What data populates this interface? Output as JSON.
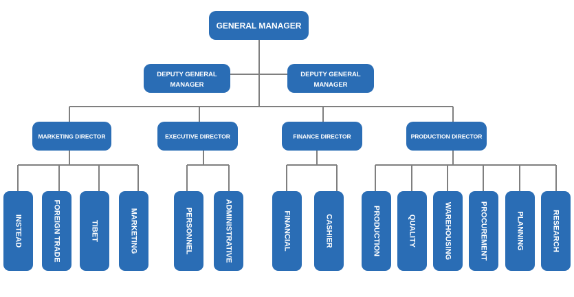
{
  "top": {
    "label": "GENERAL MANAGER"
  },
  "deputies": [
    {
      "line1": "DEPUTY GENERAL",
      "line2": "MANAGER"
    },
    {
      "line1": "DEPUTY GENERAL",
      "line2": "MANAGER"
    }
  ],
  "directors": [
    {
      "label": "MARKETING DIRECTOR",
      "units": [
        "INSTEAD",
        "FOREIGN TRADE",
        "TIBET",
        "MARKETING"
      ]
    },
    {
      "label": "EXECUTIVE DIRECTOR",
      "units": [
        "PERSONNEL",
        "ADMINISTRATIVE"
      ]
    },
    {
      "label": "FINANCE DIRECTOR",
      "units": [
        "FINANCIAL",
        "CASHIER"
      ]
    },
    {
      "label": "PRODUCTION DIRECTOR",
      "units": [
        "PRODUCTION",
        "QUALITY",
        "WAREHOUSING",
        "PROCUREMENT",
        "PLANNING",
        "RESEARCH"
      ]
    }
  ],
  "colors": {
    "node": "#2a6db5",
    "connector": "#7f7f7f",
    "text": "#ffffff"
  }
}
